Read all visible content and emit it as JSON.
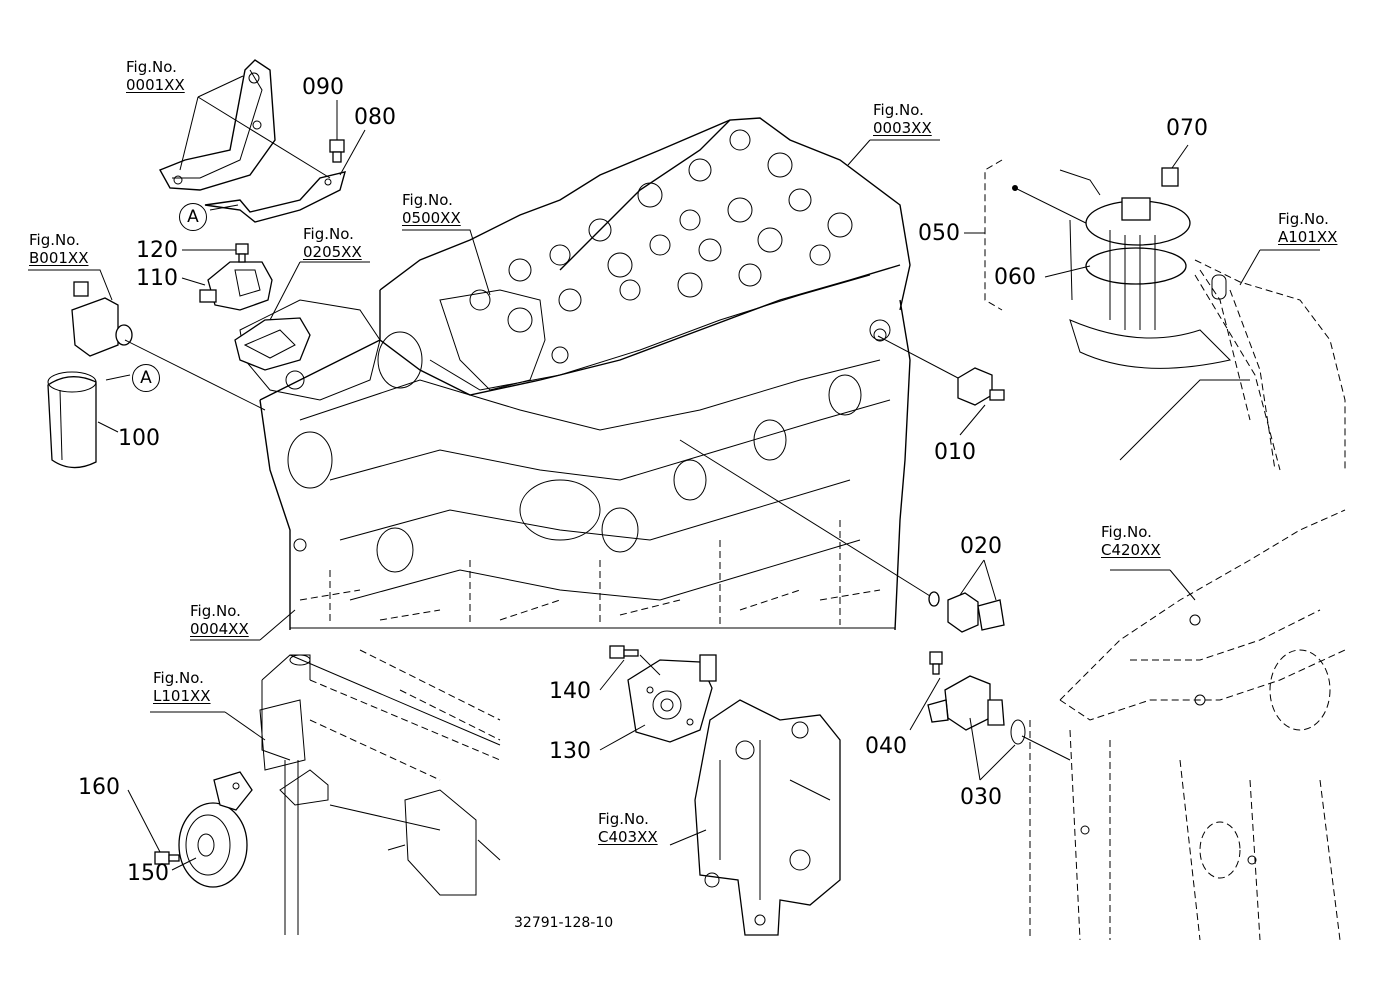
{
  "fig_refs": [
    {
      "id": "0001",
      "prefix": "Fig.No.",
      "code": "0001XX"
    },
    {
      "id": "0003",
      "prefix": "Fig.No.",
      "code": "0003XX"
    },
    {
      "id": "0500",
      "prefix": "Fig.No.",
      "code": "0500XX"
    },
    {
      "id": "0205",
      "prefix": "Fig.No.",
      "code": "0205XX"
    },
    {
      "id": "B001",
      "prefix": "Fig.No.",
      "code": "B001XX"
    },
    {
      "id": "A101",
      "prefix": "Fig.No.",
      "code": "A101XX"
    },
    {
      "id": "C420",
      "prefix": "Fig.No.",
      "code": "C420XX"
    },
    {
      "id": "0004",
      "prefix": "Fig.No.",
      "code": "0004XX"
    },
    {
      "id": "L101",
      "prefix": "Fig.No.",
      "code": "L101XX"
    },
    {
      "id": "C403",
      "prefix": "Fig.No.",
      "code": "C403XX"
    }
  ],
  "parts": {
    "p010": "010",
    "p020": "020",
    "p030": "030",
    "p040": "040",
    "p050": "050",
    "p060": "060",
    "p070": "070",
    "p080": "080",
    "p090": "090",
    "p100": "100",
    "p110": "110",
    "p120": "120",
    "p130": "130",
    "p140": "140",
    "p150": "150",
    "p160": "160"
  },
  "callout_marker": "A",
  "drawing_number": "32791-128-10"
}
